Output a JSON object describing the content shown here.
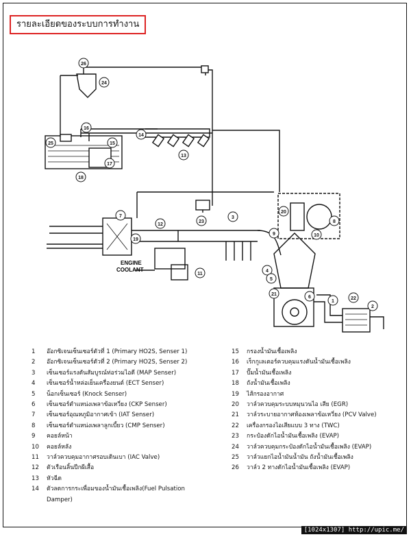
{
  "title": "รายละเอียดของระบบการทำงาน",
  "diagram_labels": {
    "engine_coolant_1": "ENGINE",
    "engine_coolant_2": "COOLANT",
    "callouts": [
      "26",
      "24",
      "16",
      "25",
      "15",
      "14",
      "17",
      "18",
      "13",
      "7",
      "12",
      "23",
      "3",
      "20",
      "9",
      "8",
      "10",
      "19",
      "11",
      "4",
      "5",
      "21",
      "6",
      "1",
      "22",
      "2"
    ]
  },
  "legend_left": [
    {
      "n": "1",
      "t": "อ๊อกซิเจนเซ็นเซอร์ตัวที่ 1 (Primary HO2S, Senser 1)"
    },
    {
      "n": "2",
      "t": "อ๊อกซิเจนเซ็นเซอร์ตัวที่ 2 (Primary HO2S, Senser 2)"
    },
    {
      "n": "3",
      "t": "เซ็นเซอร์แรงดันสัมบูรณ์ท่อร่วมไอดี (MAP Senser)"
    },
    {
      "n": "4",
      "t": "เซ็นเซอร์น้ำหล่อเย็นเครื่องยนต์ (ECT Senser)"
    },
    {
      "n": "5",
      "t": "น็อกเซ็นเซอร์ (Knock Senser)"
    },
    {
      "n": "6",
      "t": "เซ็นเซอร์ตำแหน่งเพลาข้อเหวี่ยง (CKP Senser)"
    },
    {
      "n": "7",
      "t": "เซ็นเซอร์อุณหภูมิอากาศเข้า (IAT Senser)"
    },
    {
      "n": "8",
      "t": "เซ็นเซอร์ตำแหน่งเพลาลูกเบี้ยว (CMP Senser)"
    },
    {
      "n": "9",
      "t": "คอยล์หน้า"
    },
    {
      "n": "10",
      "t": "คอยล์หลัง"
    },
    {
      "n": "11",
      "t": "วาล์วควบคุมอากาศรอบเดินเบา (IAC Valve)"
    },
    {
      "n": "12",
      "t": "ตัวเรือนลิ้นปีกผีเสื้อ"
    },
    {
      "n": "13",
      "t": "หัวฉีด"
    },
    {
      "n": "14",
      "t": "ตัวลดการกระเพื่อมของน้ำมันเชื้อเพลิง(Fuel Pulsation"
    },
    {
      "n": "",
      "t": "Damper)"
    }
  ],
  "legend_right": [
    {
      "n": "15",
      "t": "กรองน้ำมันเชื้อเพลิง"
    },
    {
      "n": "16",
      "t": "เร็กกูเลเตอร์ควบคุมแรงดันน้ำมันเชื้อเพลิง"
    },
    {
      "n": "17",
      "t": "ปั๊มน้ำมันเชื้อเพลิง"
    },
    {
      "n": "18",
      "t": "ถังน้ำมันเชื้อเพลิง"
    },
    {
      "n": "19",
      "t": "ไส้กรองอากาศ"
    },
    {
      "n": "20",
      "t": "วาล์วควบคุมระบบหมุนวนไอ เสีย (EGR)"
    },
    {
      "n": "21",
      "t": "วาล์วระบายอากาศห้องเพลาข้อเหวี่ยง (PCV Valve)"
    },
    {
      "n": "22",
      "t": "เครื่องกรองไอเสียแบบ 3 ทาง (TWC)"
    },
    {
      "n": "23",
      "t": "กระป๋องดักไอน้ำมันเชื้อเพลิง (EVAP)"
    },
    {
      "n": "24",
      "t": "วาล์วควบคุมกระป๋องดักไอน้ำมันเชื้อเพลิง (EVAP)"
    },
    {
      "n": "25",
      "t": "วาล์วแยกไอน้ำมันน้ำมัน ถังน้ำมันเชื้อเพลิง"
    },
    {
      "n": "26",
      "t": "วาล์ว 2 ทางดักไอน้ำมันเชื้อเพลิง (EVAP)"
    }
  ],
  "watermark": "[1024x1307] http://upic.me/"
}
